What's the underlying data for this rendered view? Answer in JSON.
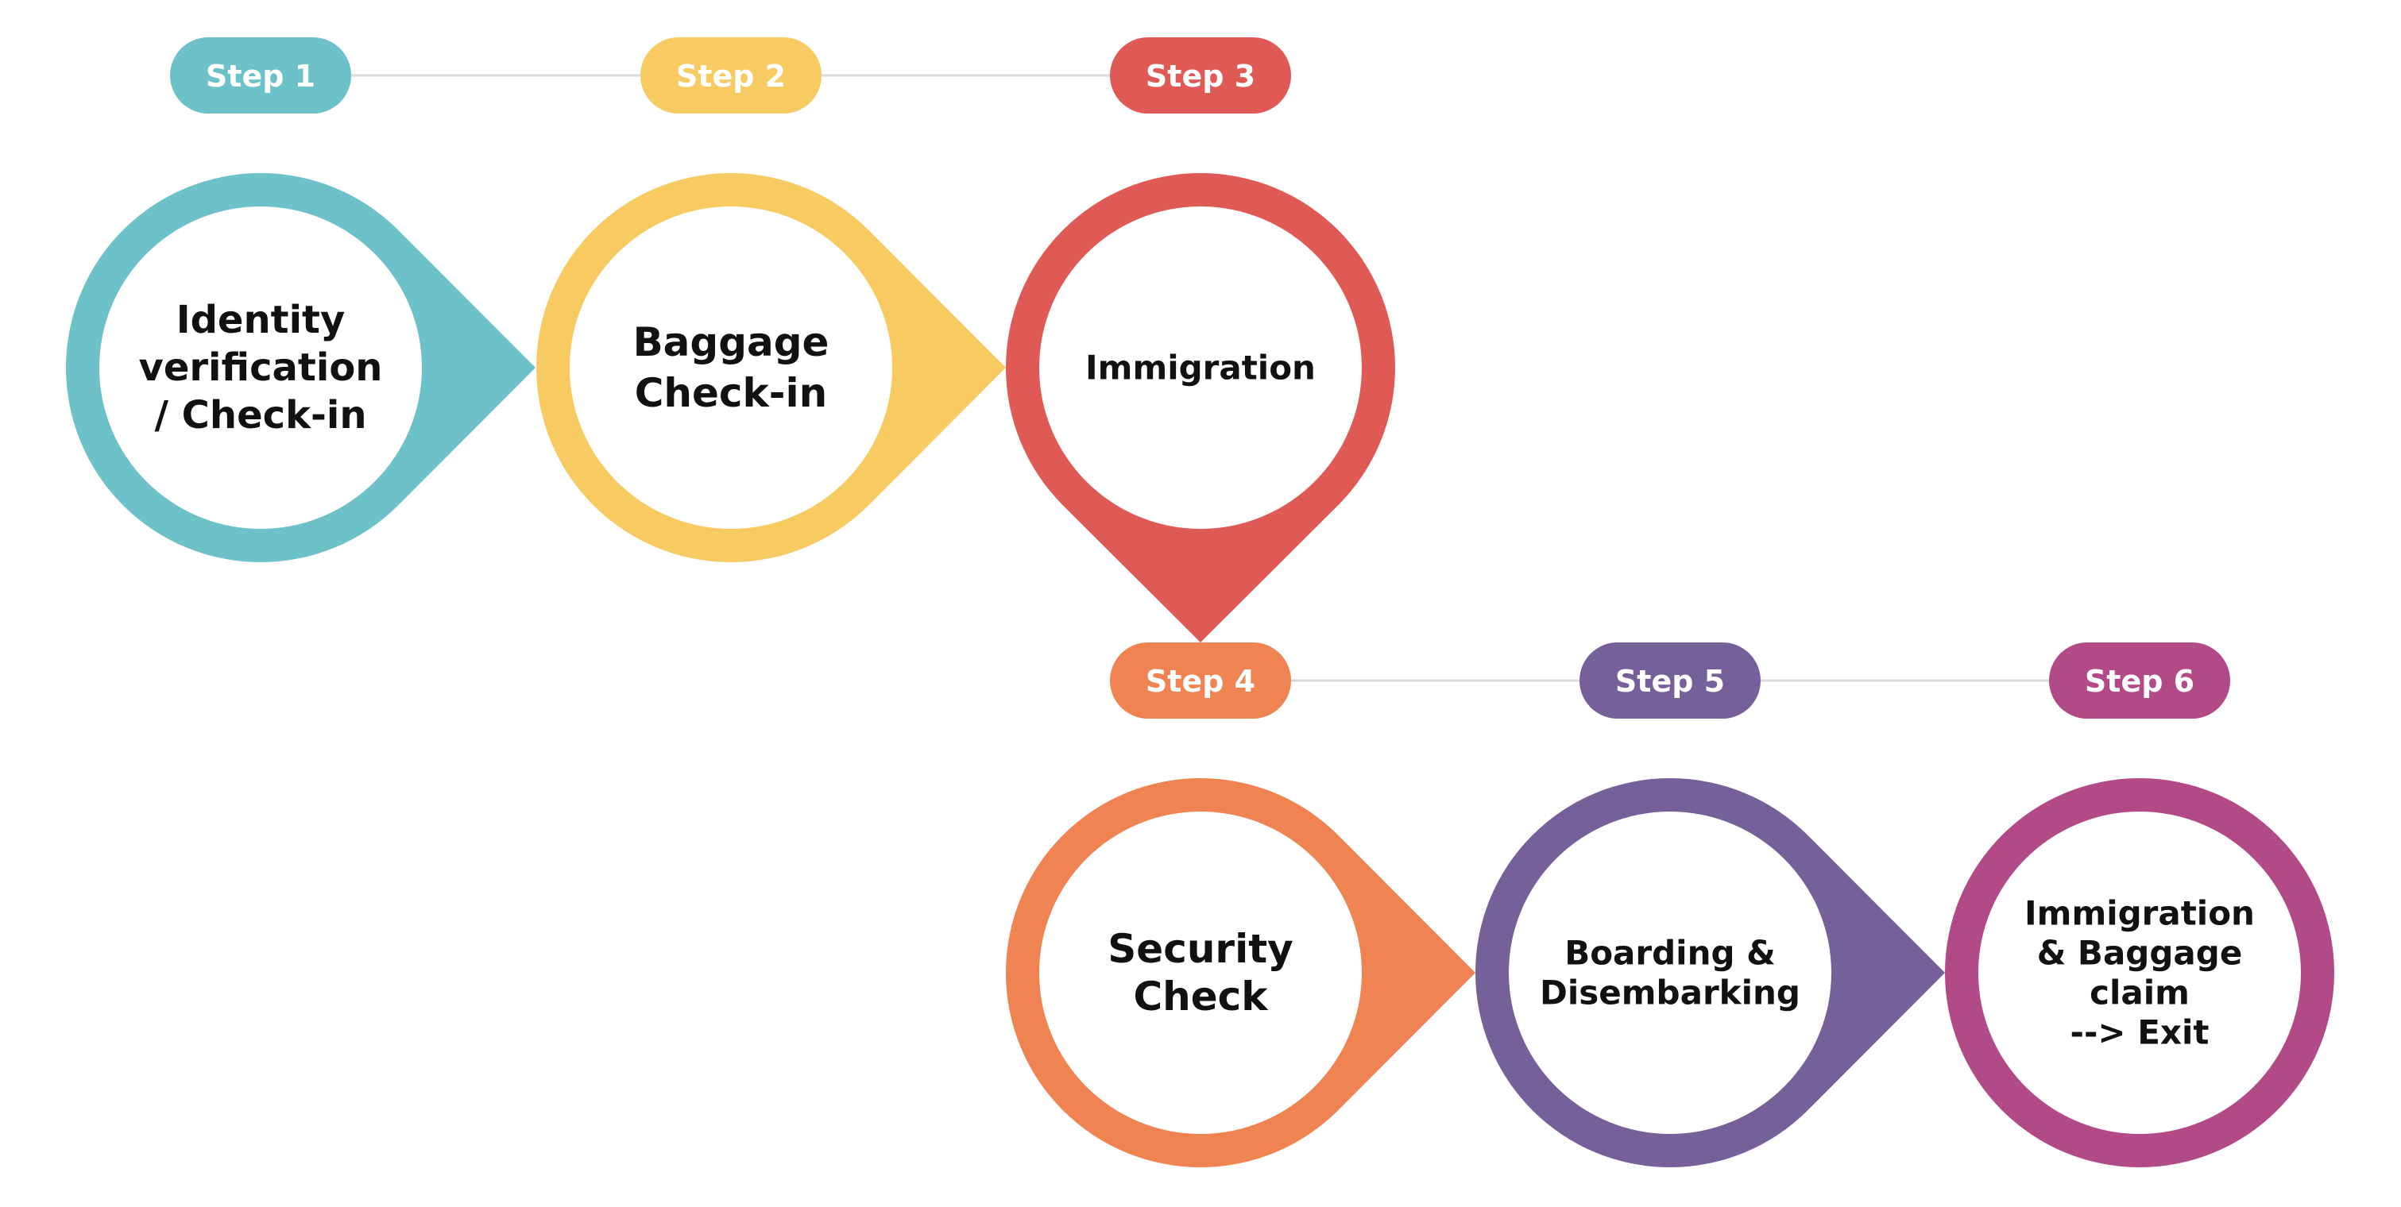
{
  "diagram": {
    "title": "Airport passenger process flow",
    "steps": [
      {
        "badge": "Step 1",
        "lines": [
          "Identity",
          "verification",
          "/ Check-in"
        ],
        "color": "#6CC2C8"
      },
      {
        "badge": "Step 2",
        "lines": [
          "Baggage",
          "Check-in"
        ],
        "color": "#F7CA62"
      },
      {
        "badge": "Step 3",
        "lines": [
          "Immigration"
        ],
        "color": "#E05A55"
      },
      {
        "badge": "Step 4",
        "lines": [
          "Security",
          "Check"
        ],
        "color": "#EF8452"
      },
      {
        "badge": "Step 5",
        "lines": [
          "Boarding &",
          "Disembarking"
        ],
        "color": "#766099"
      },
      {
        "badge": "Step 6",
        "lines": [
          "Immigration",
          "& Baggage",
          "claim",
          "--> Exit"
        ],
        "color": "#B34A88"
      }
    ]
  }
}
